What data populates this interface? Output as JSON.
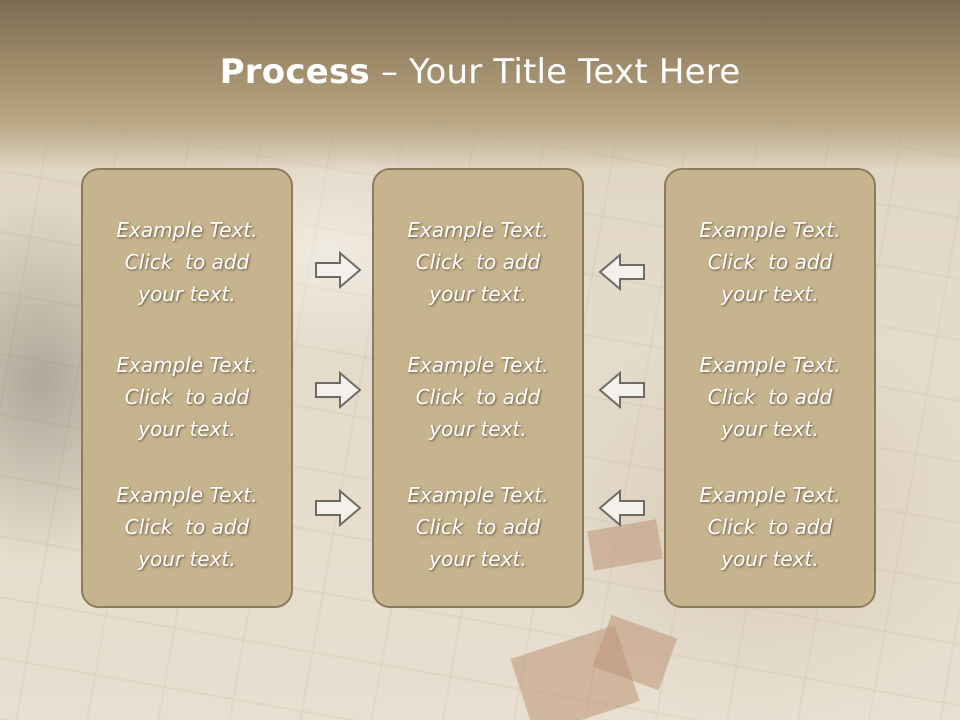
{
  "slide": {
    "title_bold": "Process",
    "title_rest": " – Your Title Text Here"
  },
  "item_text": {
    "line1": "Example Text.",
    "line2": "Click  to add",
    "line3": "your text."
  },
  "colors": {
    "panel_fill": "#c6b48e",
    "panel_border": "#8c7b5d",
    "arrow_fill": "#f4f1ec",
    "arrow_stroke": "#6e6a64",
    "title_color": "#ffffff"
  },
  "arrows": {
    "left_column": [
      "arrow-right-icon",
      "arrow-right-icon",
      "arrow-right-icon"
    ],
    "right_column": [
      "arrow-left-icon",
      "arrow-left-icon",
      "arrow-left-icon"
    ]
  }
}
